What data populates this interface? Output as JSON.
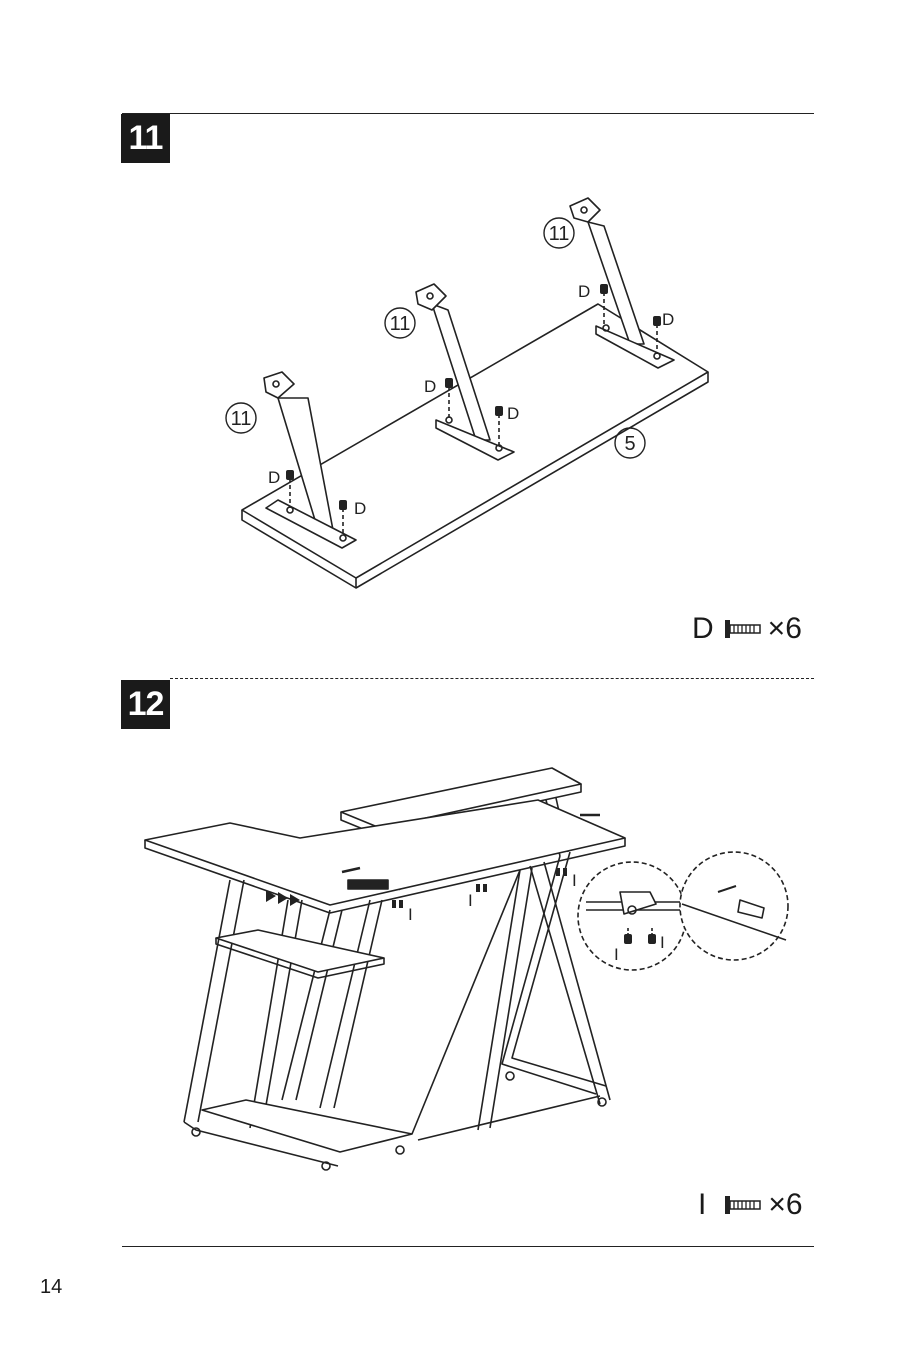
{
  "page": {
    "number": "14"
  },
  "steps": [
    {
      "number": "11",
      "part_labels": {
        "bracket_label": "11",
        "panel_label": "5",
        "screw_label": "D"
      },
      "hardware": {
        "letter": "D",
        "quantity": "×6",
        "icon": "screw-icon"
      }
    },
    {
      "number": "12",
      "part_labels": {
        "screw_label": "I"
      },
      "hardware": {
        "letter": "I",
        "quantity": "×6",
        "icon": "screw-icon"
      }
    }
  ]
}
